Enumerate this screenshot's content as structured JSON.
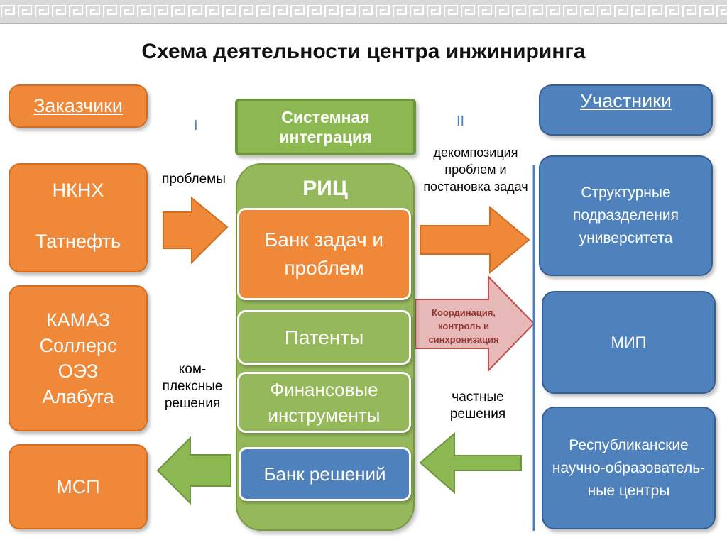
{
  "title": "Схема деятельности центра инжиниринга",
  "customers_header": "Заказчики",
  "participants_header": "Участники",
  "system_integration": "Системная интеграция",
  "roman_1": "I",
  "roman_2": "II",
  "customers": {
    "box1_line1": "НКНХ",
    "box1_line2": "Татнефть",
    "box2_line1": "КАМАЗ",
    "box2_line2": "Соллерс",
    "box2_line3": "ОЭЗ",
    "box2_line4": "Алабуга",
    "box3": "МСП"
  },
  "ric": {
    "title": "РИЦ",
    "bank_tasks": "Банк задач и проблем",
    "patents": "Патенты",
    "financial": "Финансовые инструменты",
    "bank_solutions": "Банк решений"
  },
  "participants": {
    "structural": "Структурные подразделения университета",
    "mip": "МИП",
    "republican": "Республиканские научно-образователь-ные центры"
  },
  "labels": {
    "problems": "проблемы",
    "decomposition": "декомпозиция проблем и постановка задач",
    "coordination": "Координация, контроль и синхронизация",
    "complex_line1": "ком-",
    "complex_line2": "плексные",
    "complex_line3": "решения",
    "private_line1": "частные",
    "private_line2": "решения"
  },
  "colors": {
    "orange": "#f0883a",
    "blue": "#4f81bd",
    "green": "#8cb852",
    "pink": "#e6b9b8",
    "coordination_text": "#953735"
  }
}
